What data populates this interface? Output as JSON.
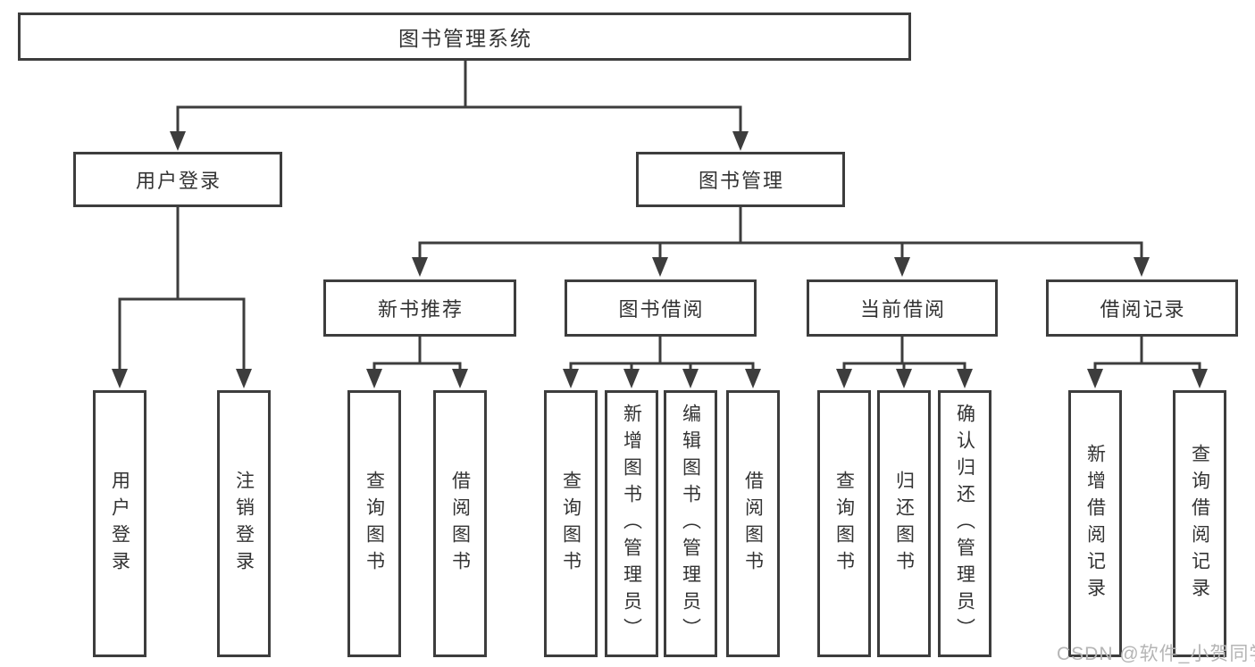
{
  "diagram": {
    "root": "图书管理系统",
    "level2": [
      "用户登录",
      "图书管理"
    ],
    "level3": [
      "新书推荐",
      "图书借阅",
      "当前借阅",
      "借阅记录"
    ],
    "leaves": [
      "用户登录",
      "注销登录",
      "查询图书",
      "借阅图书",
      "查询图书",
      "新增图书（管理员）",
      "编辑图书（管理员）",
      "借阅图书",
      "查询图书",
      "归还图书",
      "确认归还（管理员）",
      "新增借阅记录",
      "查询借阅记录"
    ]
  },
  "watermark": "CSDN @软件_小贺同学",
  "colors": {
    "line": "#3d3d3d",
    "text": "#333333",
    "watermark": "#b5b5b5",
    "background": "#ffffff"
  }
}
